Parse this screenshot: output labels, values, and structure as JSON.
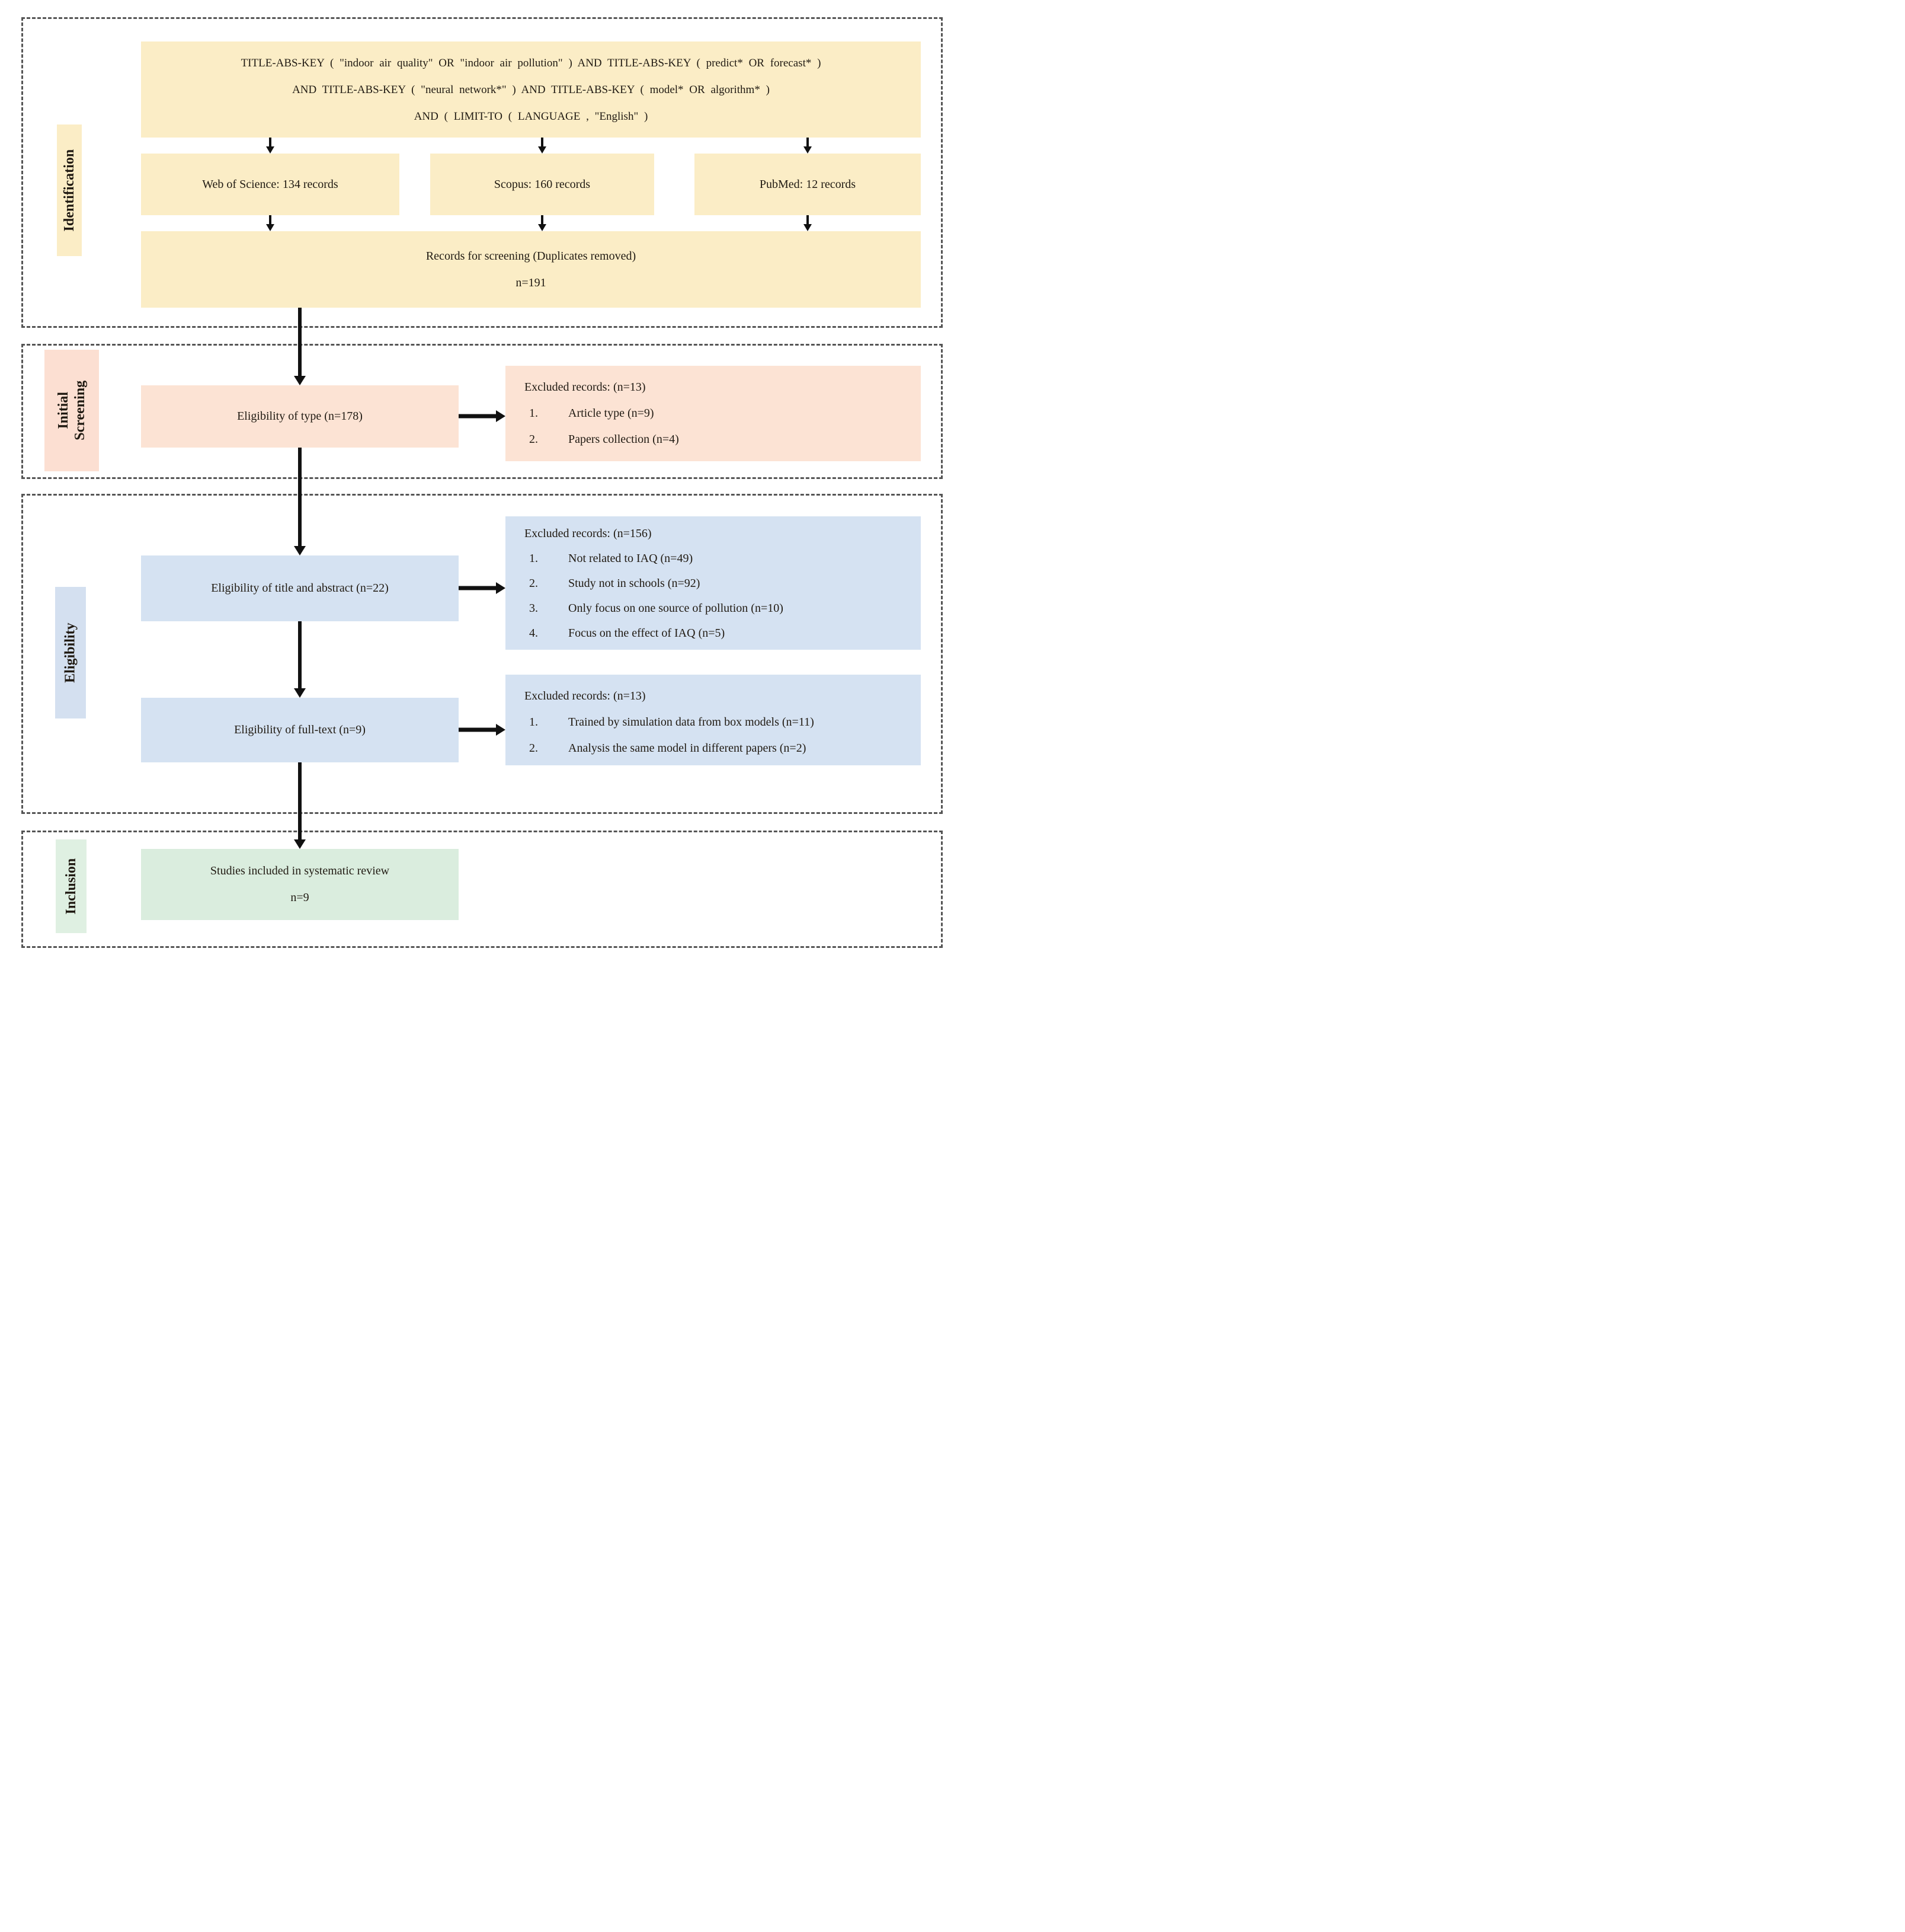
{
  "diagram_title": "PRISMA-style study selection flow diagram",
  "colors": {
    "stage_yellow": "#FBEDC6",
    "stage_pink": "#FCE3D4",
    "stage_blue": "#D5E2F2",
    "stage_green": "#DAEDDE",
    "dashed_border": "#555555",
    "arrow": "#111111",
    "text": "#201A12"
  },
  "side_labels": {
    "identification": {
      "lines": [
        "Identification"
      ]
    },
    "initial_screening": {
      "lines": [
        "Initial",
        "Screening"
      ]
    },
    "eligibility": {
      "lines": [
        "Eligibility"
      ]
    },
    "inclusion": {
      "lines": [
        "Inclusion"
      ]
    }
  },
  "identification": {
    "query_lines": [
      "TITLE-ABS-KEY ( \"indoor air quality\"  OR  \"indoor air pollution\" ) AND  TITLE-ABS-KEY ( predict*  OR  forecast* )",
      "AND  TITLE-ABS-KEY ( \"neural network*\" ) AND  TITLE-ABS-KEY ( model*  OR  algorithm* )",
      "AND ( LIMIT-TO ( LANGUAGE , \"English\" )"
    ],
    "sources": [
      {
        "label": "Web of Science: 134 records"
      },
      {
        "label": "Scopus: 160 records"
      },
      {
        "label": "PubMed: 12 records"
      }
    ],
    "screening_pool": {
      "line1": "Records for screening (Duplicates removed)",
      "line2": "n=191"
    }
  },
  "initial_screening": {
    "step": "Eligibility of type (n=178)",
    "excluded": {
      "title": "Excluded records: (n=13)",
      "items": [
        {
          "num": "1.",
          "text": "Article type (n=9)"
        },
        {
          "num": "2.",
          "text": "Papers collection (n=4)"
        }
      ]
    }
  },
  "eligibility": {
    "title_abstract_step": "Eligibility of title and abstract (n=22)",
    "title_abstract_excluded": {
      "title": "Excluded records: (n=156)",
      "items": [
        {
          "num": "1.",
          "text": "Not related to IAQ (n=49)"
        },
        {
          "num": "2.",
          "text": "Study not in schools (n=92)"
        },
        {
          "num": "3.",
          "text": "Only focus on one source of pollution (n=10)"
        },
        {
          "num": "4.",
          "text": "Focus on the effect of IAQ (n=5)"
        }
      ]
    },
    "full_text_step": "Eligibility of full-text (n=9)",
    "full_text_excluded": {
      "title": "Excluded records: (n=13)",
      "items": [
        {
          "num": "1.",
          "text": "Trained by simulation data from box models (n=11)"
        },
        {
          "num": "2.",
          "text": "Analysis the same model in different papers (n=2)"
        }
      ]
    }
  },
  "inclusion": {
    "included": {
      "line1": "Studies included in systematic review",
      "line2": "n=9"
    }
  }
}
